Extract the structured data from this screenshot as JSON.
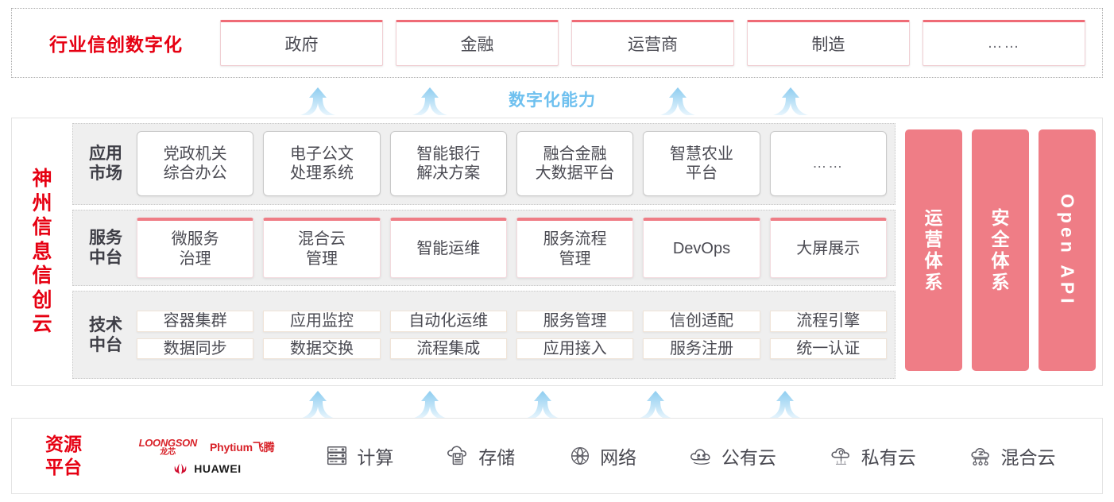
{
  "industry": {
    "title": "行业信创数字化",
    "cards": [
      {
        "label": "政府"
      },
      {
        "label": "金融"
      },
      {
        "label": "运营商"
      },
      {
        "label": "制造"
      },
      {
        "label": "……"
      }
    ]
  },
  "capability_arrow": {
    "label": "数字化能力",
    "color": "#6ec0ef",
    "count": 4
  },
  "cloud": {
    "title_chars": [
      "神",
      "州",
      "信",
      "息",
      "信",
      "创",
      "云"
    ],
    "title_color": "#e60012",
    "layers": [
      {
        "name": "application-market",
        "label_lines": [
          "应用",
          "市场"
        ],
        "cells": [
          {
            "lines": [
              "党政机关",
              "综合办公"
            ]
          },
          {
            "lines": [
              "电子公文",
              "处理系统"
            ]
          },
          {
            "lines": [
              "智能银行",
              "解决方案"
            ]
          },
          {
            "lines": [
              "融合金融",
              "大数据平台"
            ]
          },
          {
            "lines": [
              "智慧农业",
              "平台"
            ]
          },
          {
            "lines": [
              "……"
            ],
            "ellipsis": true
          }
        ]
      },
      {
        "name": "service-platform",
        "label_lines": [
          "服务",
          "中台"
        ],
        "cells": [
          {
            "lines": [
              "微服务",
              "治理"
            ]
          },
          {
            "lines": [
              "混合云",
              "管理"
            ]
          },
          {
            "lines": [
              "智能运维"
            ]
          },
          {
            "lines": [
              "服务流程",
              "管理"
            ]
          },
          {
            "lines": [
              "DevOps"
            ]
          },
          {
            "lines": [
              "大屏展示"
            ]
          }
        ]
      },
      {
        "name": "technology-platform",
        "label_lines": [
          "技术",
          "中台"
        ],
        "rows": [
          [
            {
              "lines": [
                "容器集群"
              ]
            },
            {
              "lines": [
                "应用监控"
              ]
            },
            {
              "lines": [
                "自动化运维"
              ]
            },
            {
              "lines": [
                "服务管理"
              ]
            },
            {
              "lines": [
                "信创适配"
              ]
            },
            {
              "lines": [
                "流程引擎"
              ]
            }
          ],
          [
            {
              "lines": [
                "数据同步"
              ]
            },
            {
              "lines": [
                "数据交换"
              ]
            },
            {
              "lines": [
                "流程集成"
              ]
            },
            {
              "lines": [
                "应用接入"
              ]
            },
            {
              "lines": [
                "服务注册"
              ]
            },
            {
              "lines": [
                "统一认证"
              ]
            }
          ]
        ]
      }
    ],
    "pillars": [
      {
        "type": "cn",
        "chars": [
          "运",
          "营",
          "体",
          "系"
        ],
        "label": "运营体系"
      },
      {
        "type": "cn",
        "chars": [
          "安",
          "全",
          "体",
          "系"
        ],
        "label": "安全体系"
      },
      {
        "type": "rot",
        "label": "Open API"
      }
    ],
    "pillar_color": "#ef7d86"
  },
  "lower_arrows": {
    "count": 5,
    "color": "#bfe3f7"
  },
  "resource": {
    "title_lines": [
      "资源",
      "平台"
    ],
    "title_color": "#e60012",
    "vendors": [
      {
        "name": "loongson",
        "en": "LOONGSON",
        "cn": "龙芯",
        "color": "#d8232a"
      },
      {
        "name": "phytium",
        "en": "Phytium",
        "cn": "飞腾",
        "color": "#d8232a"
      },
      {
        "name": "huawei",
        "en": "HUAWEI",
        "cn": "",
        "color": "#d8232a"
      }
    ],
    "items": [
      {
        "icon": "server-rack-icon",
        "label": "计算"
      },
      {
        "icon": "cloud-storage-icon",
        "label": "存储"
      },
      {
        "icon": "network-globe-icon",
        "label": "网络"
      },
      {
        "icon": "public-cloud-icon",
        "label": "公有云"
      },
      {
        "icon": "private-cloud-icon",
        "label": "私有云"
      },
      {
        "icon": "hybrid-cloud-icon",
        "label": "混合云"
      }
    ]
  }
}
